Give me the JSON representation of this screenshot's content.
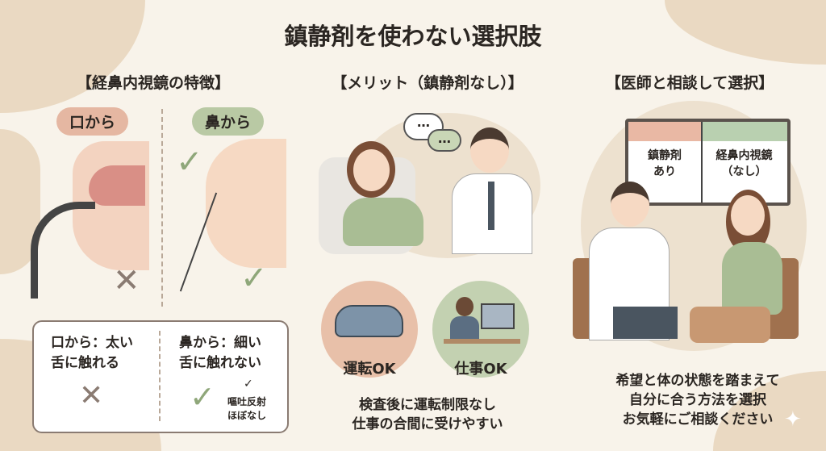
{
  "title": "鎮静剤を使わない選択肢",
  "colors": {
    "background": "#f8f3ea",
    "accent_red": "#e5b7a2",
    "accent_green": "#b9c9a4",
    "check": "#8fa77a",
    "cross": "#8a7b72"
  },
  "left": {
    "heading": "【経鼻内視鏡の特徴】",
    "pill_mouth": "口から",
    "pill_nose": "鼻から",
    "mouth_line1": "口から：太い",
    "mouth_line2": "舌に触れる",
    "nose_line1": "鼻から：細い",
    "nose_line2": "舌に触れない",
    "tick_mark": "✓",
    "note_line1": "嘔吐反射",
    "note_line2": "ほぼなし"
  },
  "middle": {
    "heading": "【メリット（鎮静剤なし）】",
    "bubble1": "…",
    "bubble2": "…",
    "drive_label": "運転OK",
    "work_label": "仕事OK",
    "line1": "検査後に運転制限なし",
    "line2": "仕事の合間に受けやすい"
  },
  "right": {
    "heading": "【医師と相談して選択】",
    "board_left_1": "鎮静剤",
    "board_left_2": "あり",
    "board_right_1": "経鼻内視鏡",
    "board_right_2": "（なし）",
    "line1": "希望と体の状態を踏まえて",
    "line2": "自分に合う方法を選択",
    "line3": "お気軽にご相談ください"
  }
}
